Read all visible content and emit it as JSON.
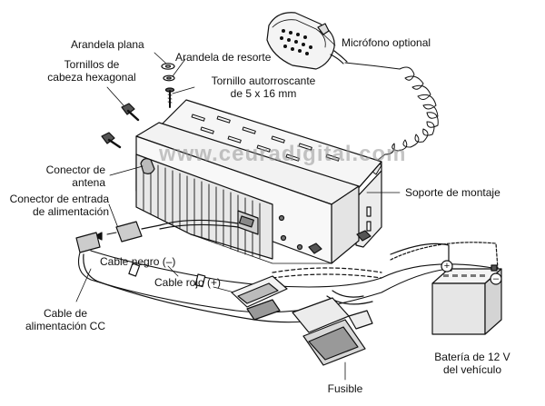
{
  "labels": {
    "arandela_plana": "Arandela plana",
    "arandela_resorte": "Arandela de resorte",
    "tornillos_hex": "Tornillos de\ncabeza hexagonal",
    "tornillo_auto": "Tornillo autorroscante\nde 5 x 16 mm",
    "microfono": "Micrófono optional",
    "conector_antena": "Conector de\nantena",
    "conector_entrada": "Conector de entrada\nde alimentación",
    "soporte": "Soporte de montaje",
    "cable_negro": "Cable negro (–)",
    "cable_rojo": "Cable rojo (+)",
    "cable_alim": "Cable de\nalimentación CC",
    "bateria": "Batería de 12 V\ndel vehículo",
    "fusible": "Fusible"
  },
  "watermark": "www.ceuradigital.com",
  "battery_terminals": {
    "positive": "+",
    "negative": "–"
  },
  "colors": {
    "ink": "#111111",
    "body_fill": "#f2f2f2",
    "shade": "#d9d9d9",
    "battery_fill": "#e6e6e6",
    "watermark": "#969696"
  },
  "icons": [
    "microphone-icon",
    "battery-icon",
    "fuse-holder-icon",
    "screw-icon",
    "washer-icon"
  ]
}
